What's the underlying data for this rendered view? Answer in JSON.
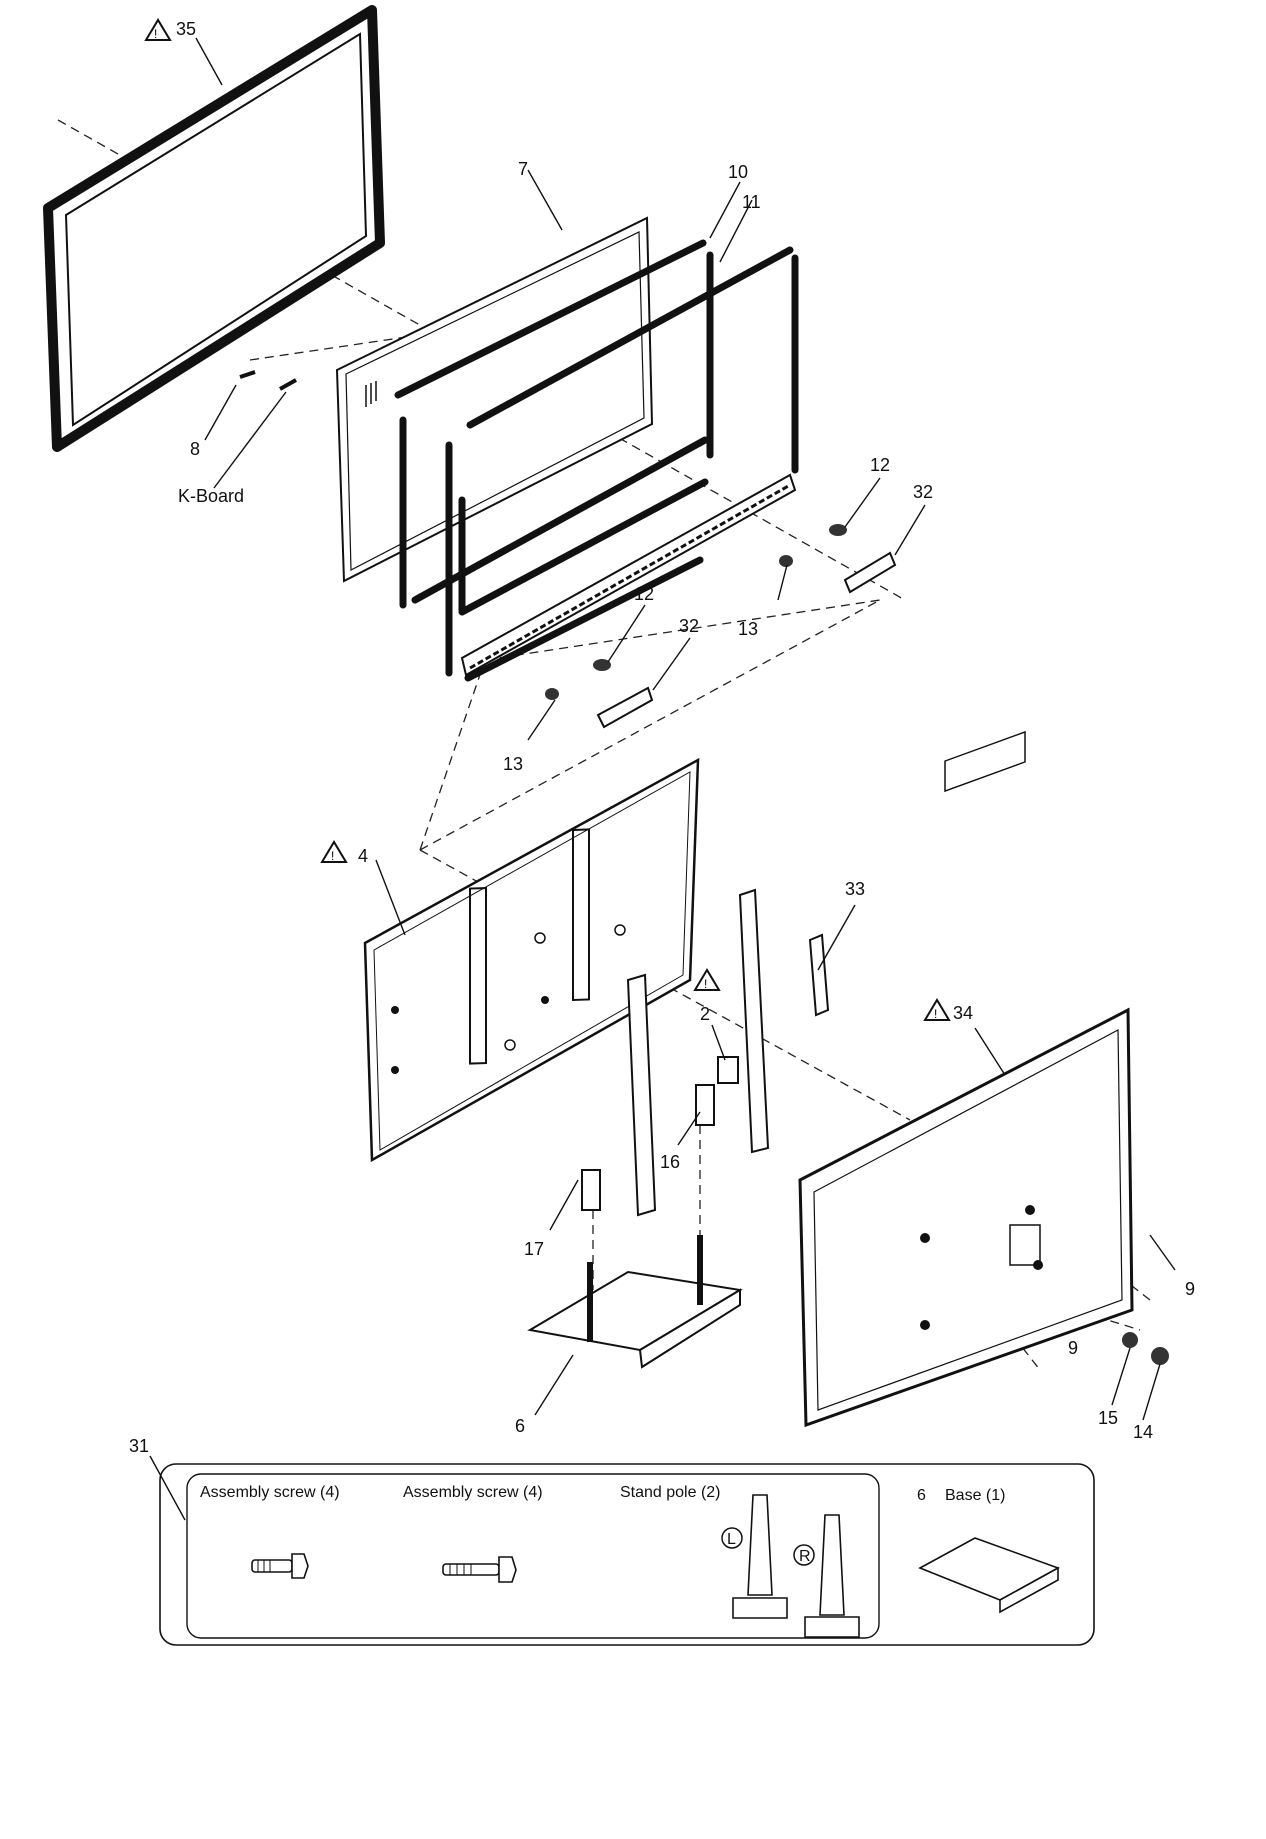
{
  "labels": {
    "p35": "35",
    "p7": "7",
    "p10": "10",
    "p11": "11",
    "p8": "8",
    "kboard": "K-Board",
    "p12a": "12",
    "p32a": "32",
    "p12b": "12",
    "p32b": "32",
    "p13a": "13",
    "p13b": "13",
    "p4": "4",
    "p33": "33",
    "p2": "2",
    "p34": "34",
    "p16": "16",
    "p17": "17",
    "p9a": "9",
    "p9b": "9",
    "p6": "6",
    "p15": "15",
    "p14": "14",
    "p31": "31"
  },
  "accessories": {
    "screw_a": "Assembly screw (4)",
    "screw_b": "Assembly screw (4)",
    "stand_pole": "Stand pole (2)",
    "base_num": "6",
    "base": "Base (1)",
    "left_mark": "L",
    "right_mark": "R"
  },
  "icons": [
    "warning-triangle-icon"
  ]
}
